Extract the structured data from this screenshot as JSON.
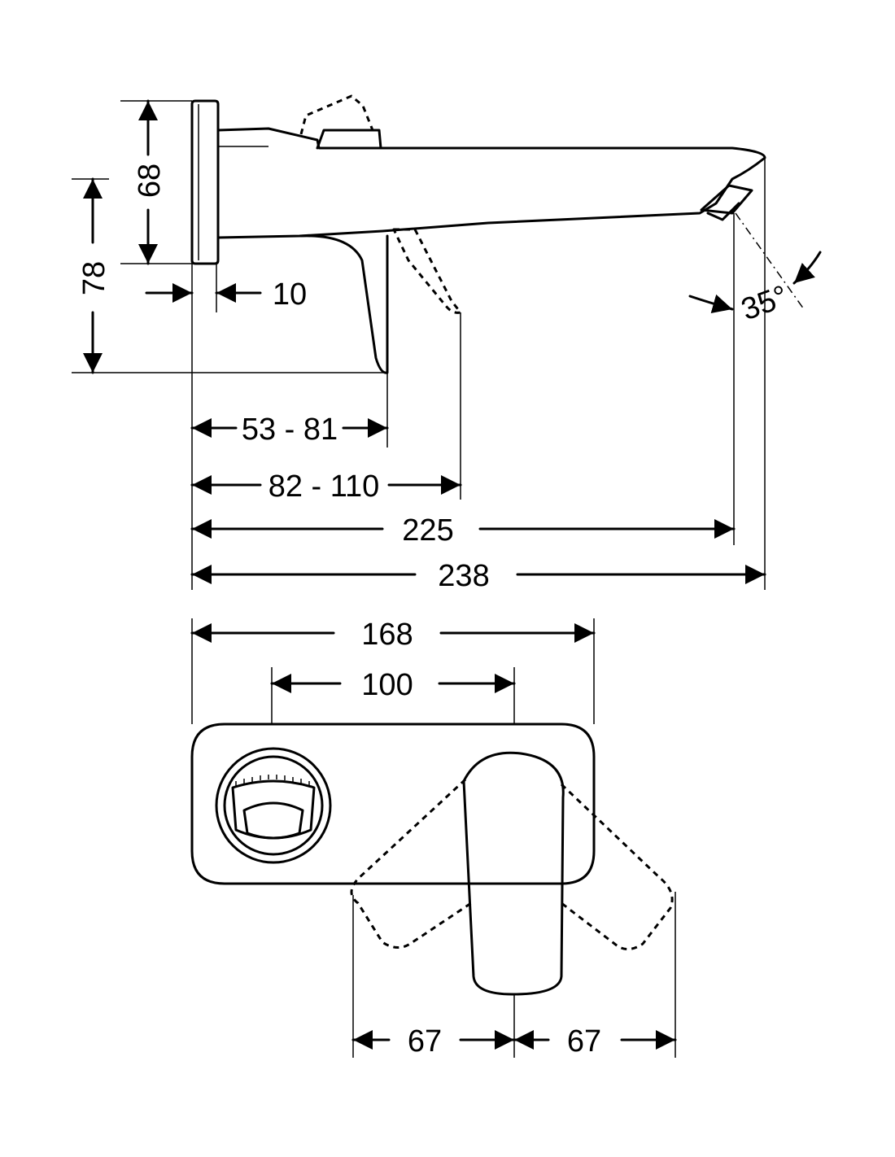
{
  "diagram": {
    "side_view": {
      "dims": {
        "height_68": "68",
        "height_78": "78",
        "plate_10": "10",
        "range_53_81": "53 - 81",
        "range_82_110": "82 - 110",
        "spout_225": "225",
        "spout_238": "238",
        "angle": "35°"
      }
    },
    "front_view": {
      "dims": {
        "width_168": "168",
        "width_100": "100",
        "lever_left_67": "67",
        "lever_right_67": "67"
      }
    }
  }
}
